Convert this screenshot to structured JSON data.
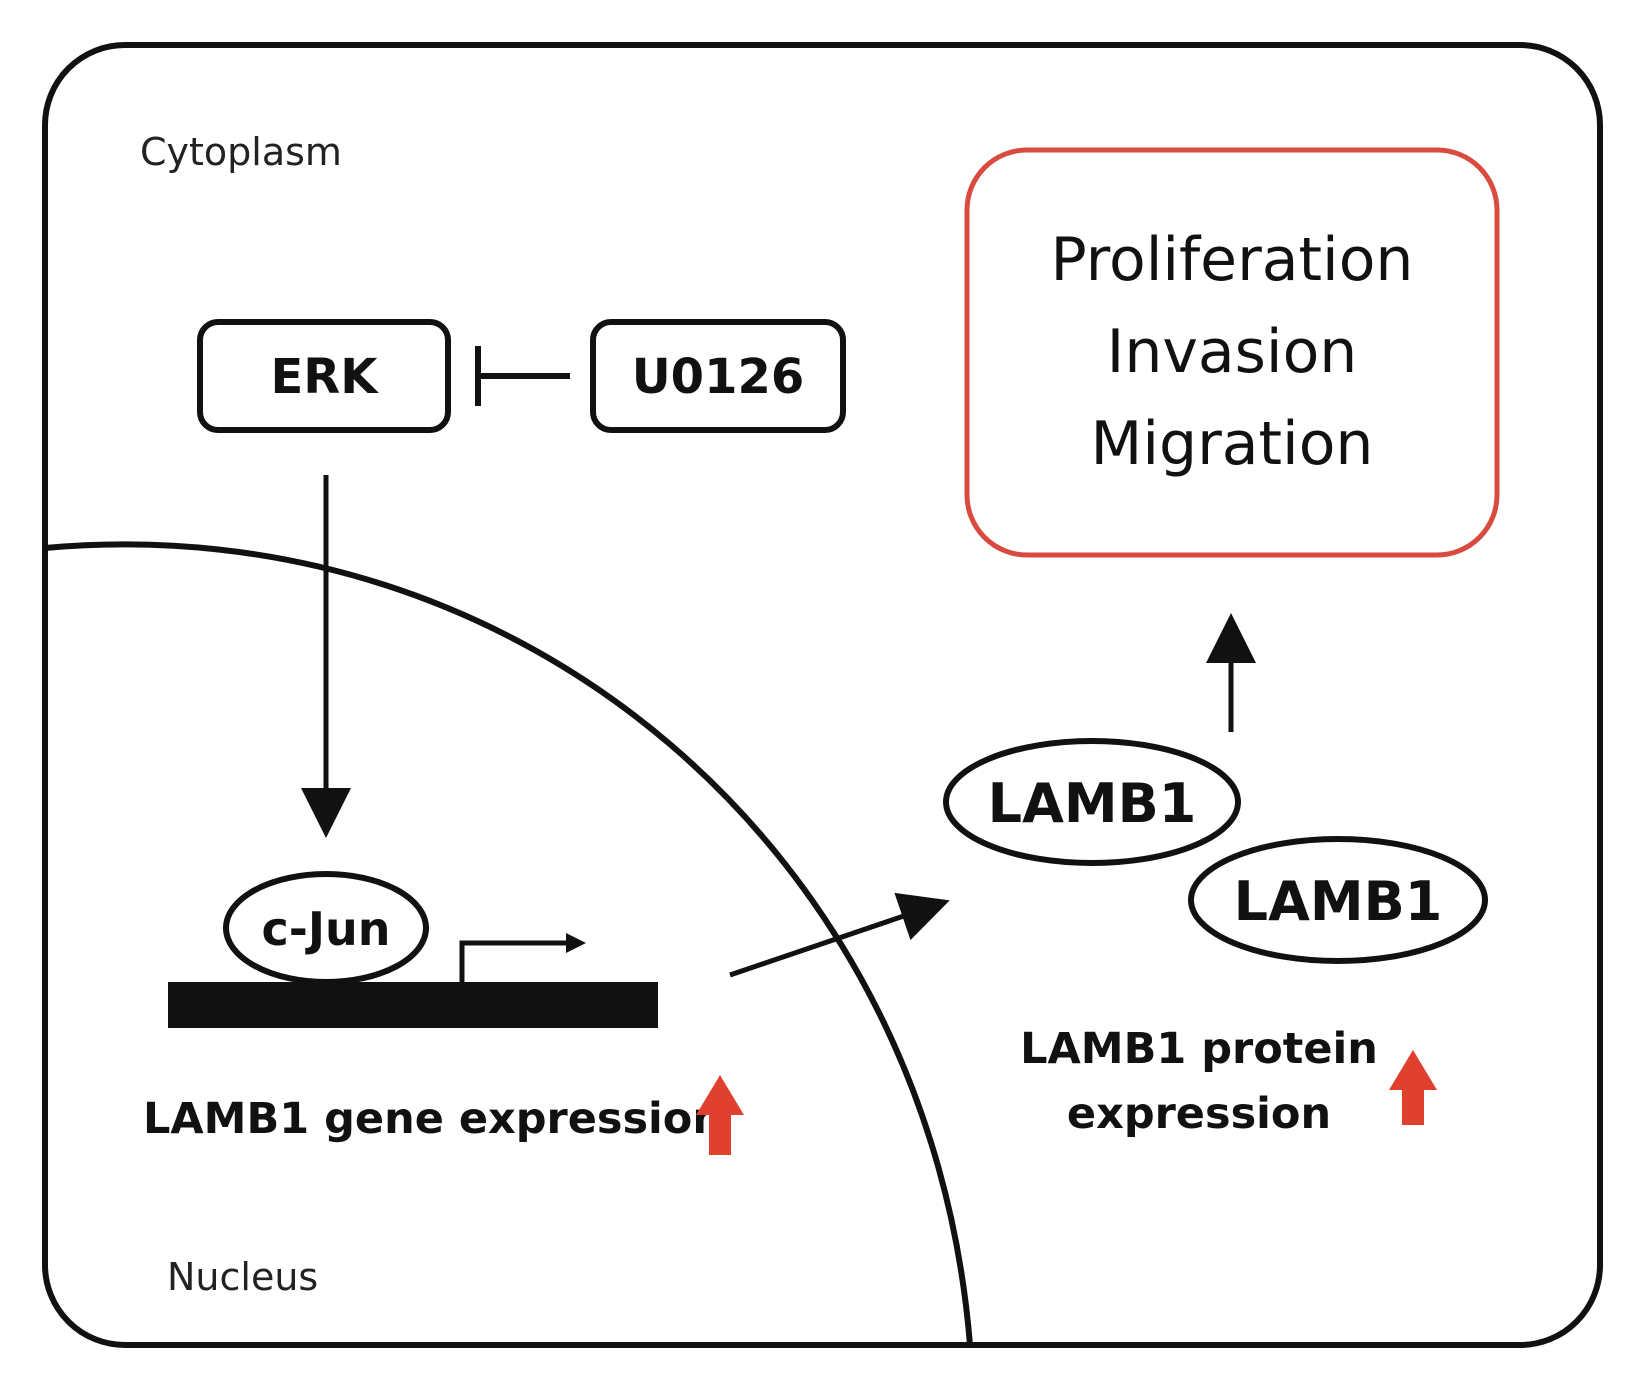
{
  "regions": {
    "cytoplasm": "Cytoplasm",
    "nucleus": "Nucleus"
  },
  "nodes": {
    "erk": "ERK",
    "u0126": "U0126",
    "cjun": "c-Jun",
    "lamb1_a": "LAMB1",
    "lamb1_b": "LAMB1"
  },
  "outcomes": {
    "lines": [
      "Proliferation",
      "Invasion",
      "Migration"
    ]
  },
  "annotations": {
    "gene_expression": "LAMB1 gene expression",
    "protein_expression_line1": "LAMB1 protein",
    "protein_expression_line2": "expression"
  },
  "colors": {
    "outline": "#111111",
    "outcome_border": "#d94a3f",
    "up_arrow": "#e0402e"
  },
  "icons": {
    "up_arrow": "arrow-up-icon",
    "promoter": "transcription-start-icon"
  }
}
